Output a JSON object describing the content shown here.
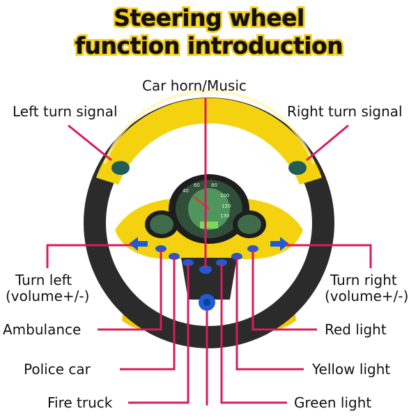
{
  "title": {
    "line1": "Steering wheel",
    "line2": "function introduction"
  },
  "labels": {
    "car_horn": "Car horn/Music",
    "left_turn_signal": "Left turn signal",
    "right_turn_signal": "Right turn signal",
    "turn_left_line1": "Turn left",
    "turn_left_line2": "(volume+/-)",
    "turn_right_line1": "Turn right",
    "turn_right_line2": "(volume+/-)",
    "ambulance": "Ambulance",
    "police_car": "Police car",
    "fire_truck": "Fire truck",
    "red_light": "Red light",
    "yellow_light": "Yellow light",
    "green_light": "Green light"
  },
  "gauge_ticks": [
    "40",
    "60",
    "80",
    "100",
    "120",
    "130"
  ],
  "colors": {
    "title_outline": "#f6cf1e",
    "pointer_line": "#d81b5c",
    "wheel_yellow": "#f5d20f",
    "wheel_black": "#2b2b2b",
    "button_blue": "#1e5bd6",
    "gauge_green": "#69d27a"
  }
}
